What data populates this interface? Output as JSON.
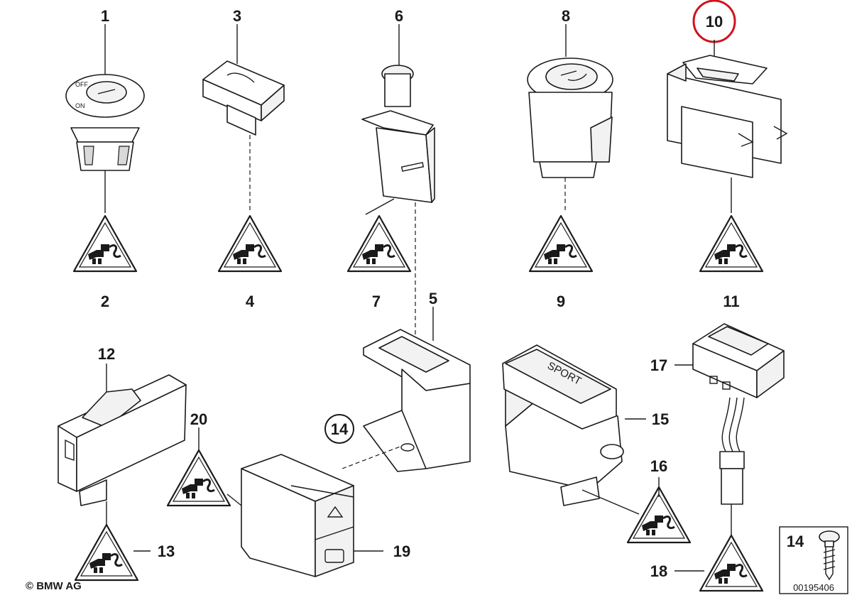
{
  "callouts": {
    "n1": "1",
    "n2": "2",
    "n3": "3",
    "n4": "4",
    "n5": "5",
    "n6": "6",
    "n7": "7",
    "n8": "8",
    "n9": "9",
    "n10": "10",
    "n11": "11",
    "n12": "12",
    "n13": "13",
    "n14a": "14",
    "n15": "15",
    "n16": "16",
    "n17": "17",
    "n18": "18",
    "n19": "19",
    "n20": "20"
  },
  "highlight": {
    "part": "10",
    "color": "#d0121b"
  },
  "part_labels": {
    "sport_button": "SPORT",
    "ignition_off": "OFF",
    "ignition_on": "ON"
  },
  "inset": {
    "label": "14",
    "code": "00195406"
  },
  "copyright": "© BMW AG",
  "icons": [
    "connector-warning-triangle-icon",
    "hazard-triangle-icon",
    "screw-icon"
  ]
}
